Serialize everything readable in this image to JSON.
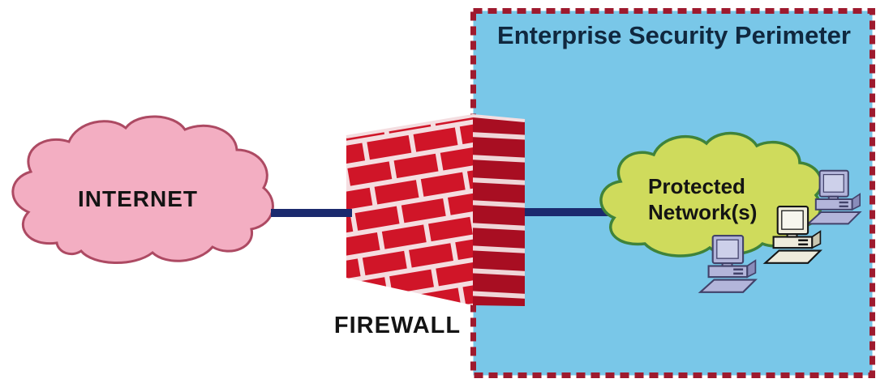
{
  "diagram": {
    "perimeter": {
      "title": "Enterprise Security Perimeter",
      "border_style": "dashed"
    },
    "nodes": [
      {
        "id": "internet",
        "label": "INTERNET",
        "icon": "cloud-icon"
      },
      {
        "id": "firewall",
        "label": "FIREWALL",
        "icon": "brick-wall-icon"
      },
      {
        "id": "protected-network",
        "label": "Protected Network(s)",
        "label_lines": [
          "Protected",
          "Network(s)"
        ],
        "icon": "cloud-icon",
        "workstation_icons": 3
      }
    ],
    "connections": [
      {
        "from": "internet",
        "to": "firewall"
      },
      {
        "from": "firewall",
        "to": "protected-network"
      }
    ]
  },
  "colors": {
    "bg": "#ffffff",
    "perimeter_fill": "#79c7e8",
    "perimeter_border": "#9e1a2e",
    "brick": "#d01528",
    "brick_dark": "#a80e22",
    "mortar": "#f4dde0",
    "mortar_side": "#efd6d8",
    "internet_cloud": "#f3aec2",
    "internet_outline": "#ad4a63",
    "protected_cloud": "#cfdb5c",
    "protected_outline": "#3f833a",
    "link_line": "#1b2a6e",
    "title_text": "#10283f",
    "label_text": "#141414",
    "computer_lavender": "#b3b5da",
    "computer_cream": "#eeebdc"
  }
}
